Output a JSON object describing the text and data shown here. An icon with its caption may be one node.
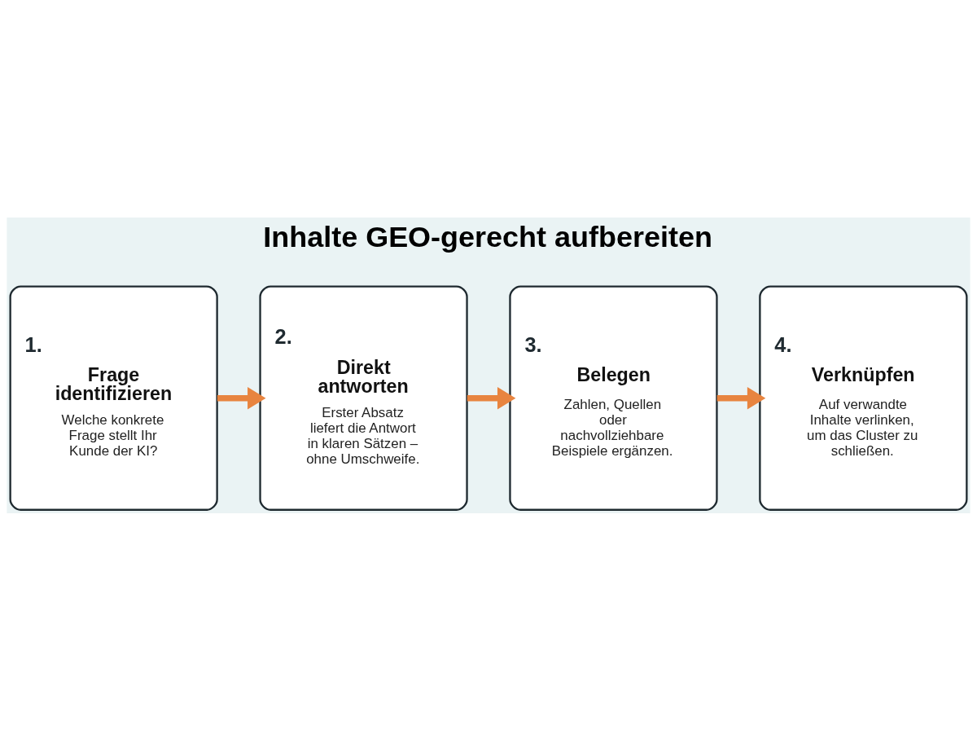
{
  "diagram": {
    "title": "Inhalte GEO-gerecht aufbereiten",
    "nodes": [
      {
        "text": [
          "1.",
          "Frage identifizieren",
          "Welche konkrete Frage stellt Ihr Kunde der KI?"
        ]
      },
      {
        "text": [
          "2.",
          "Direkt antworten",
          "Erster Absatz liefert die Antwort in klaren Sätzen – ohne Umschweife."
        ]
      },
      {
        "text": [
          "3.",
          "Belegen",
          "Zahlen, Quellen oder nachvollziehbare Beispiele ergänzen."
        ]
      },
      {
        "text": [
          "4.",
          "Verknüpfen",
          "Auf verwandte Inhalte verlinken, um das Cluster zu schließen."
        ]
      }
    ],
    "edges": [
      {
        "from": 0,
        "to": 1,
        "arrow": "to"
      },
      {
        "from": 1,
        "to": 2,
        "arrow": "to"
      },
      {
        "from": 2,
        "to": 3,
        "arrow": "to"
      }
    ]
  }
}
